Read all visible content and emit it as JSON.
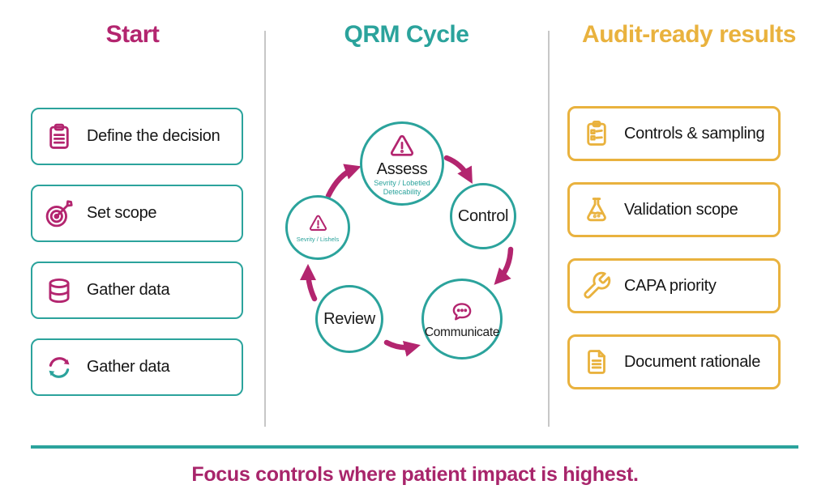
{
  "colors": {
    "magenta": "#B3256F",
    "teal": "#2BA39C",
    "gold": "#E9B23E",
    "text": "#161616",
    "divider": "#c7c7c7"
  },
  "columns": {
    "start": {
      "title": "Start",
      "items": [
        {
          "label": "Define the decision",
          "icon": "clipboard-icon"
        },
        {
          "label": "Set scope",
          "icon": "target-icon"
        },
        {
          "label": "Gather data",
          "icon": "database-icon"
        },
        {
          "label": "Gather data",
          "icon": "sync-icon"
        }
      ]
    },
    "cycle": {
      "title": "QRM Cycle",
      "nodes": {
        "assess": {
          "label": "Assess",
          "sublabel": "Sevrity / Lobetied Detecability",
          "icon": "warning-icon"
        },
        "severity": {
          "sublabel": "Sevrity / Lishels",
          "icon": "warning-icon"
        },
        "control": {
          "label": "Control"
        },
        "communicate": {
          "label": "Communicate",
          "icon": "chat-bubble-icon"
        },
        "review": {
          "label": "Review"
        }
      }
    },
    "results": {
      "title": "Audit-ready results",
      "items": [
        {
          "label": "Controls & sampling",
          "icon": "checklist-icon"
        },
        {
          "label": "Validation scope",
          "icon": "flask-icon"
        },
        {
          "label": "CAPA priority",
          "icon": "wrench-icon"
        },
        {
          "label": "Document rationale",
          "icon": "document-icon"
        }
      ]
    }
  },
  "footer": {
    "tagline": "Focus controls where patient impact is highest."
  }
}
